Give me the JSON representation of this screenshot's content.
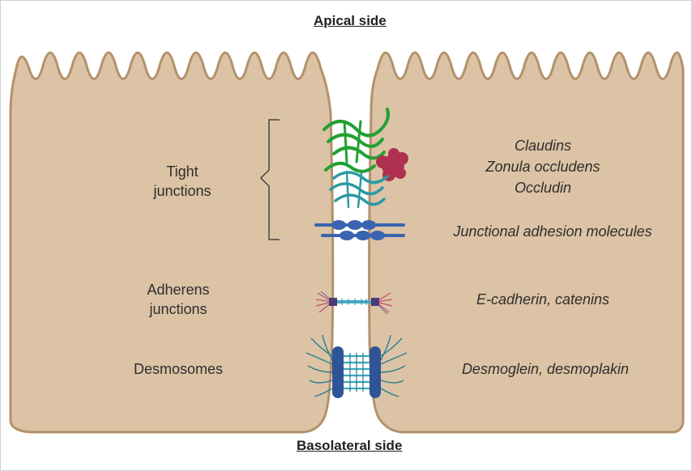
{
  "sides": {
    "apical": "Apical side",
    "basolateral": "Basolateral side"
  },
  "junction_types": {
    "tight_line1": "Tight",
    "tight_line2": "junctions",
    "adherens_line1": "Adherens",
    "adherens_line2": "junctions",
    "desmosomes": "Desmosomes"
  },
  "proteins": {
    "claudins": "Claudins",
    "zonula": "Zonula occludens",
    "occludin": "Occludin",
    "jam": "Junctional adhesion molecules",
    "adherens": "E-cadherin, catenins",
    "desmosome": "Desmoglein, desmoplakin"
  },
  "colors": {
    "cell_fill": "#dcc3a5",
    "cell_stroke": "#b4916a",
    "claudin": "#23a033",
    "occludin": "#2b9aa4",
    "zonula": "#b03050",
    "jam": "#3a64b0",
    "desmosome_plaque": "#2f5496",
    "filament": "#2a7f8f"
  }
}
